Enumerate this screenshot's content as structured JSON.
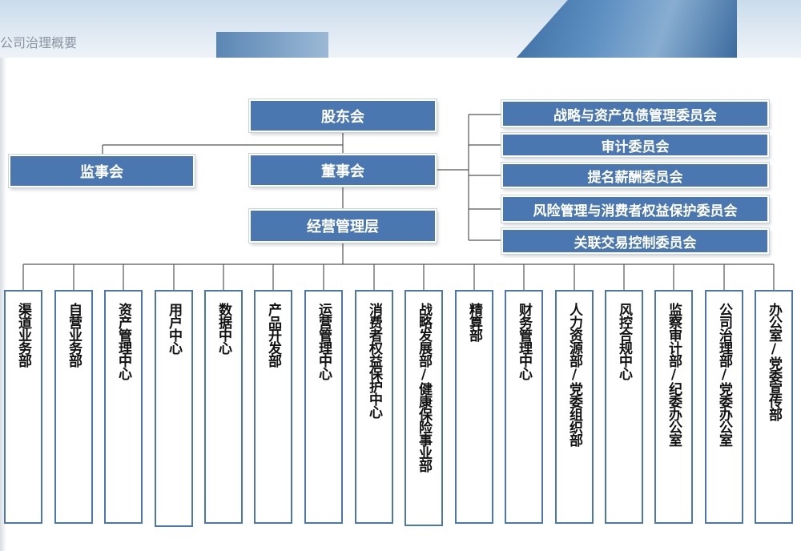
{
  "header": {
    "title": "公司治理概要"
  },
  "top": {
    "shareholders": "股东会",
    "supervisors": "监事会",
    "board": "董事会",
    "management": "经营管理层"
  },
  "committees": [
    "战略与资产负债管理委员会",
    "审计委员会",
    "提名薪酬委员会",
    "风险管理与消费者权益保护委员会",
    "关联交易控制委员会"
  ],
  "departments": [
    "渠道业务部",
    "自营业务部",
    "资产管理中心",
    "用户中心",
    "数据中心",
    "产品开发部",
    "运营管理中心",
    "消费者权益保护中心",
    "战略发展部/健康保险事业部",
    "精算部",
    "财务管理中心",
    "人力资源部/党委组织部",
    "风控合规中心",
    "监察审计部/纪委办公室",
    "公司治理部/党委办公室",
    "办公室/党委宣传部"
  ],
  "colors": {
    "box": "#4a77b0",
    "line": "#555555",
    "dept_border": "#4a77b0"
  }
}
